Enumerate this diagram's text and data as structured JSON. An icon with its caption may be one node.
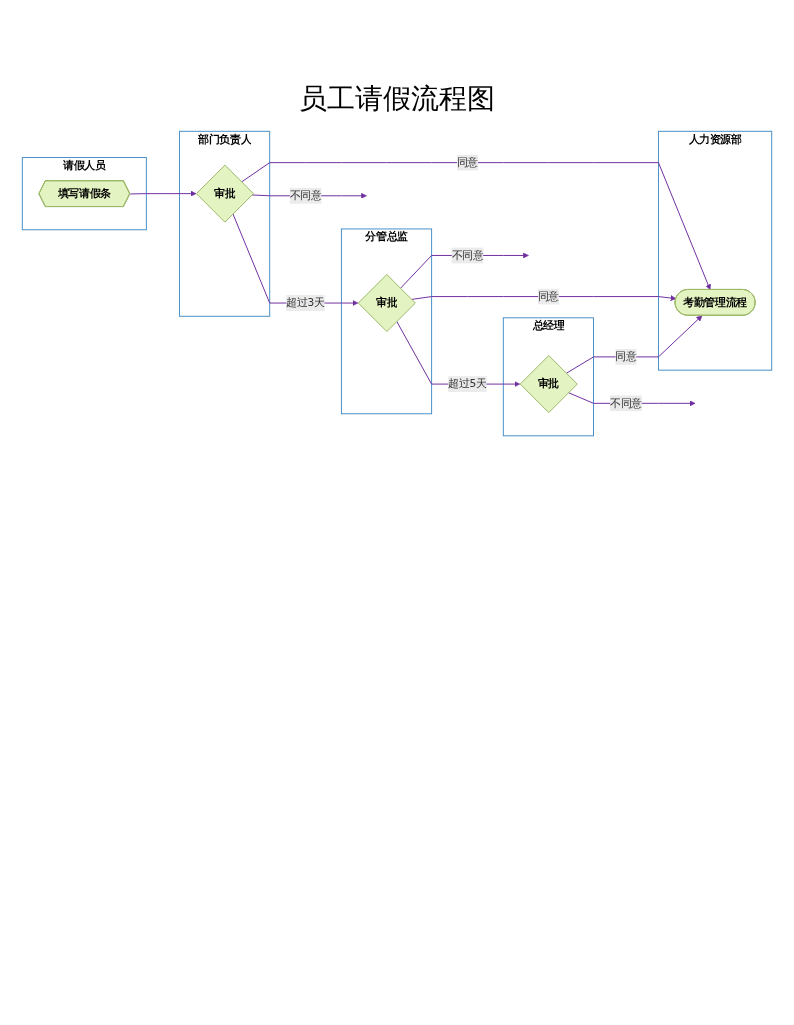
{
  "diagram": {
    "title": "员工请假流程图",
    "nodes": [
      {
        "text": [
          "请假人员"
        ]
      },
      {
        "text": [
          "填写请假条"
        ],
        "in": 0
      },
      {
        "text": [
          "部门负责人"
        ]
      },
      {
        "text": [
          "审批"
        ],
        "in": 2
      },
      {
        "text": [
          "分管总监"
        ]
      },
      {
        "text": [
          "审批"
        ],
        "in": 4
      },
      {
        "text": [
          "总经理"
        ]
      },
      {
        "text": [
          "审批"
        ],
        "in": 6
      },
      {
        "text": [
          "人力资源部"
        ]
      },
      {
        "text": [
          "考勤管理流程"
        ],
        "in": 8
      }
    ],
    "edges": [
      {
        "from": 1,
        "to": 3,
        "arrow": "to"
      },
      {
        "from": 3,
        "to": null,
        "label": "不同意",
        "arrow": "to"
      },
      {
        "from": 3,
        "to": 9,
        "label": "同意",
        "arrow": "to"
      },
      {
        "from": 3,
        "to": 5,
        "label": "超过3天",
        "arrow": "to"
      },
      {
        "from": 5,
        "to": null,
        "label": "不同意",
        "arrow": "to"
      },
      {
        "from": 5,
        "to": 9,
        "label": "同意",
        "arrow": "to"
      },
      {
        "from": 5,
        "to": 7,
        "label": "超过5天",
        "arrow": "to"
      },
      {
        "from": 7,
        "to": null,
        "label": "不同意",
        "arrow": "to"
      },
      {
        "from": 7,
        "to": 9,
        "label": "同意",
        "arrow": "to"
      }
    ]
  }
}
